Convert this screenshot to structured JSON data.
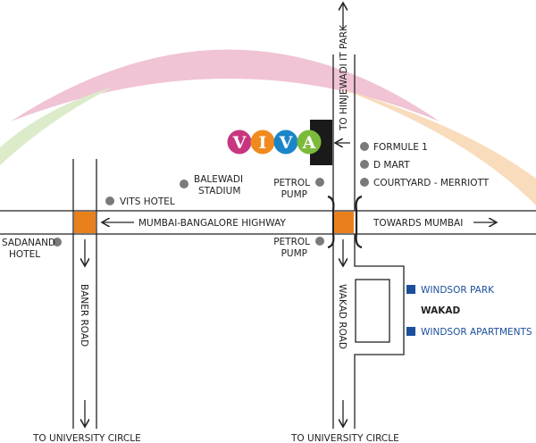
{
  "logo": {
    "letters": [
      "V",
      "I",
      "V",
      "A"
    ],
    "colors": [
      "#c8367f",
      "#f08a1e",
      "#1a85c8",
      "#7cba3b"
    ]
  },
  "roads": {
    "highway": "MUMBAI-BANGALORE HIGHWAY",
    "towards_mumbai": "TOWARDS MUMBAI",
    "baner_road": "BANER ROAD",
    "wakad_road": "WAKAD ROAD",
    "to_hinjewadi": "TO HINJEWADI IT PARK",
    "to_university_left": "TO UNIVERSITY CIRCLE",
    "to_university_right": "TO UNIVERSITY CIRCLE"
  },
  "landmarks": {
    "formule1": "FORMULE 1",
    "dmart": "D MART",
    "courtyard": "COURTYARD - MERRIOTT",
    "balewadi_1": "BALEWADI",
    "balewadi_2": "STADIUM",
    "vits": "VITS HOTEL",
    "petrol_top_1": "PETROL",
    "petrol_top_2": "PUMP",
    "petrol_bottom_1": "PETROL",
    "petrol_bottom_2": "PUMP",
    "sadanand_1": "SADANAND",
    "sadanand_2": "HOTEL",
    "windsor_park": "WINDSOR PARK",
    "wakad": "WAKAD",
    "windsor_apartments": "WINDSOR APARTMENTS"
  },
  "colors": {
    "junction": "#e8801c",
    "arc_pink": "#f0c3d5",
    "arc_green": "#dcebc9",
    "arc_orange": "#f8dcbc",
    "landmark_dot": "#7a7a7a",
    "windsor": "#1b4f9c"
  }
}
